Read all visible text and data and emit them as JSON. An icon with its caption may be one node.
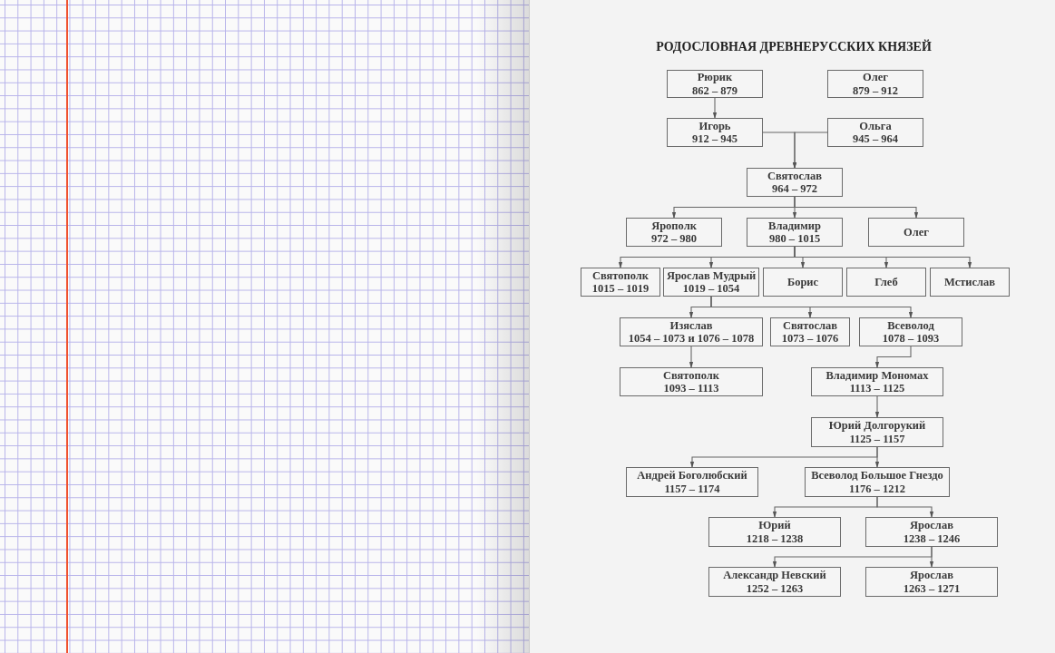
{
  "diagram": {
    "title": "РОДОСЛОВНАЯ ДРЕВНЕРУССКИХ КНЯЗЕЙ",
    "nodes": [
      {
        "text": [
          "Рюрик",
          "862 – 879"
        ]
      },
      {
        "text": [
          "Олег",
          "879 – 912"
        ]
      },
      {
        "text": [
          "Игорь",
          "912 – 945"
        ]
      },
      {
        "text": [
          "Ольга",
          "945 – 964"
        ]
      },
      {
        "text": [
          "Святослав",
          "964 – 972"
        ]
      },
      {
        "text": [
          "Ярополк",
          "972 – 980"
        ]
      },
      {
        "text": [
          "Владимир",
          "980 – 1015"
        ]
      },
      {
        "text": [
          "Олег"
        ]
      },
      {
        "text": [
          "Святополк",
          "1015 – 1019"
        ]
      },
      {
        "text": [
          "Ярослав Мудрый",
          "1019 – 1054"
        ]
      },
      {
        "text": [
          "Борис"
        ]
      },
      {
        "text": [
          "Глеб"
        ]
      },
      {
        "text": [
          "Мстислав"
        ]
      },
      {
        "text": [
          "Изяслав",
          "1054 – 1073 и 1076 – 1078"
        ]
      },
      {
        "text": [
          "Святослав",
          "1073 – 1076"
        ]
      },
      {
        "text": [
          "Всеволод",
          "1078 – 1093"
        ]
      },
      {
        "text": [
          "Святополк",
          "1093 – 1113"
        ]
      },
      {
        "text": [
          "Владимир Мономах",
          "1113 – 1125"
        ]
      },
      {
        "text": [
          "Юрий Долгорукий",
          "1125 – 1157"
        ]
      },
      {
        "text": [
          "Андрей Боголюбский",
          "1157 – 1174"
        ]
      },
      {
        "text": [
          "Всеволод Большое Гнездо",
          "1176 – 1212"
        ]
      },
      {
        "text": [
          "Юрий",
          "1218 – 1238"
        ]
      },
      {
        "text": [
          "Ярослав",
          "1238 – 1246"
        ]
      },
      {
        "text": [
          "Александр Невский",
          "1252 – 1263"
        ]
      },
      {
        "text": [
          "Ярослав",
          "1263 – 1271"
        ]
      }
    ],
    "edges": [
      {
        "from": 0,
        "to": 2,
        "arrow": "to"
      },
      {
        "from": 2,
        "to": 4,
        "arrow": "to"
      },
      {
        "from": 3,
        "to": 4,
        "arrow": "to"
      },
      {
        "from": 4,
        "to": 5,
        "arrow": "to"
      },
      {
        "from": 4,
        "to": 6,
        "arrow": "to"
      },
      {
        "from": 4,
        "to": 7,
        "arrow": "to"
      },
      {
        "from": 6,
        "to": 8,
        "arrow": "to"
      },
      {
        "from": 6,
        "to": 9,
        "arrow": "to"
      },
      {
        "from": 6,
        "to": 10,
        "arrow": "to"
      },
      {
        "from": 6,
        "to": 11,
        "arrow": "to"
      },
      {
        "from": 6,
        "to": 12,
        "arrow": "to"
      },
      {
        "from": 9,
        "to": 13,
        "arrow": "to"
      },
      {
        "from": 9,
        "to": 14,
        "arrow": "to"
      },
      {
        "from": 9,
        "to": 15,
        "arrow": "to"
      },
      {
        "from": 13,
        "to": 16,
        "arrow": "to"
      },
      {
        "from": 15,
        "to": 17,
        "arrow": "to"
      },
      {
        "from": 17,
        "to": 18,
        "arrow": "to"
      },
      {
        "from": 18,
        "to": 19,
        "arrow": "to"
      },
      {
        "from": 18,
        "to": 20,
        "arrow": "to"
      },
      {
        "from": 20,
        "to": 21,
        "arrow": "to"
      },
      {
        "from": 20,
        "to": 22,
        "arrow": "to"
      },
      {
        "from": 22,
        "to": 23,
        "arrow": "to"
      },
      {
        "from": 22,
        "to": 24,
        "arrow": "to"
      }
    ]
  }
}
